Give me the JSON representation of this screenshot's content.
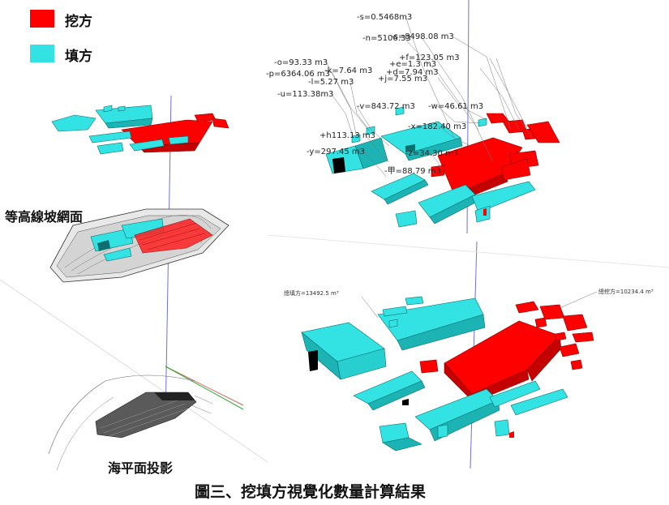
{
  "legend": [
    {
      "label": "挖方",
      "color": "#ff0000"
    },
    {
      "label": "填方",
      "color": "#33e3e3"
    }
  ],
  "captions": {
    "contour": "等高線坡網面",
    "sea": "海平面投影",
    "figure": "圖三、挖填方視覺化數量計算結果"
  },
  "volume_labels_top": [
    "-s=0.5468m3",
    "-n=5106.33",
    "-s=8498.08 m3",
    "-o=93.33 m3",
    "-p=6364.06 m3",
    "-k=7.64 m3",
    "-l=5.27 m3",
    "-u=113.38m3",
    "+f=123.05 m3",
    "+e=1.3 m3",
    "+d=7.94 m3",
    "+j=7.55 m3",
    "-v=843.72 m3",
    "-w=46.61 m3",
    "-x=182.40 m3",
    "+h113.13 m3",
    "-y=297.45 m3",
    "-z=34.30 m3",
    "-甲=88.79 m3"
  ],
  "totals": {
    "fill": "總填方=13492.5 m³",
    "cut": "總挖方=10234.4 m³"
  },
  "colors": {
    "cut": "#ff0000",
    "fill": "#33e3e3",
    "cut_edge": "#8b0000",
    "fill_edge": "#0b6f6f"
  }
}
